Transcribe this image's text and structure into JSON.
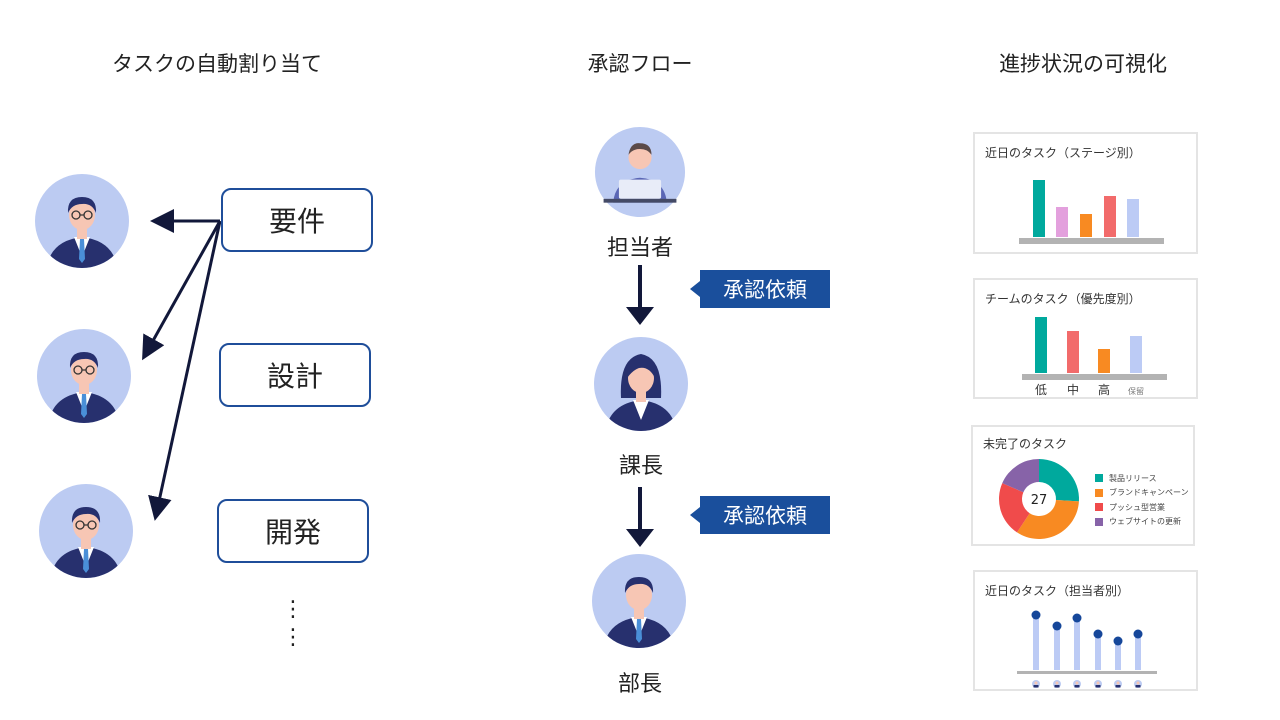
{
  "sections": {
    "assign": {
      "title": "タスクの自動割り当て",
      "tasks": [
        "要件",
        "設計",
        "開発"
      ],
      "ellipsis": "⋮"
    },
    "approval": {
      "title": "承認フロー",
      "roles": [
        "担当者",
        "課長",
        "部長"
      ],
      "badges": [
        "承認依頼",
        "承認依頼"
      ]
    },
    "progress": {
      "title": "進捗状況の可視化"
    }
  },
  "colors": {
    "accent": "#1a4f9c",
    "box_border": "#1f4e9a",
    "arrow": "#12183a",
    "avatar_bg": "#bccbf2",
    "suit": "#27306e",
    "teal": "#00a99d",
    "pink": "#e3a0dd",
    "orange": "#f88a22",
    "red": "#f26b6b",
    "lavender": "#bccbf5",
    "purple": "#8763a8",
    "donut_red": "#f04b4b",
    "axis": "#b3b3b3",
    "dot": "#16479a"
  },
  "chart_data": [
    {
      "type": "bar",
      "title": "近日のタスク（ステージ別）",
      "values": [
        57,
        30,
        23,
        41,
        38
      ],
      "colors": [
        "#00a99d",
        "#e3a0dd",
        "#f88a22",
        "#f26b6b",
        "#bccbf5"
      ]
    },
    {
      "type": "bar",
      "title": "チームのタスク（優先度別）",
      "categories": [
        "低",
        "中",
        "高",
        "保留"
      ],
      "values": [
        56,
        42,
        24,
        37
      ],
      "colors": [
        "#00a99d",
        "#f26b6b",
        "#f88a22",
        "#bccbf5"
      ]
    },
    {
      "type": "pie",
      "title": "未完了のタスク",
      "center_label": "27",
      "categories": [
        "製品リリース",
        "ブランドキャンペーン",
        "プッシュ型営業",
        "ウェブサイトの更新"
      ],
      "values": [
        7,
        9,
        6,
        5
      ],
      "colors": [
        "#00a99d",
        "#f88a22",
        "#f04b4b",
        "#8763a8"
      ]
    },
    {
      "type": "lollipop",
      "title": "近日のタスク（担当者別）",
      "values": [
        52,
        41,
        49,
        33,
        26,
        33
      ]
    }
  ]
}
